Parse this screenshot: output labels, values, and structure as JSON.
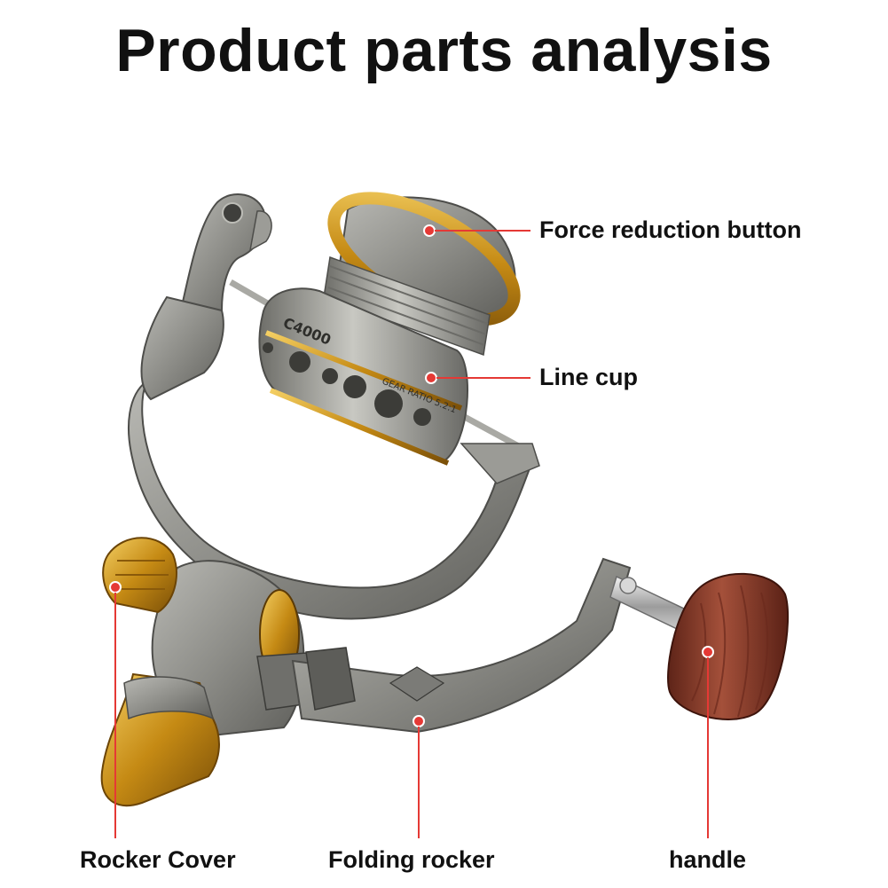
{
  "title": "Product parts analysis",
  "callouts": {
    "force_reduction_button": "Force reduction button",
    "line_cup": "Line cup",
    "rocker_cover": "Rocker Cover",
    "folding_rocker": "Folding rocker",
    "handle": "handle"
  },
  "spool_marking": "C4000",
  "spool_text": "GEAR RATIO 5.2:1",
  "colors": {
    "leader_line": "#e53935",
    "body_metal": "#8f8f8a",
    "gold_trim": "#d9a21e",
    "wood_knob": "#8a3a2a"
  }
}
